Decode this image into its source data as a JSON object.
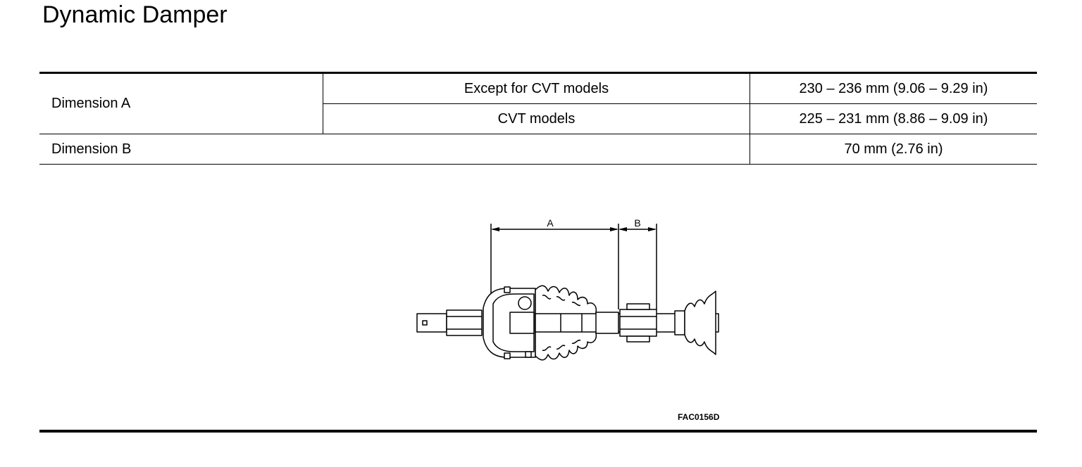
{
  "page_title": "Dynamic Damper",
  "spec_table": {
    "dimension_a": {
      "label": "Dimension A",
      "rows": [
        {
          "condition": "Except for CVT models",
          "value": "230 – 236 mm (9.06 – 9.29 in)"
        },
        {
          "condition": "CVT models",
          "value": "225 – 231 mm (8.86 – 9.09 in)"
        }
      ]
    },
    "dimension_b": {
      "label": "Dimension B",
      "value": "70 mm (2.76 in)"
    }
  },
  "figure": {
    "label_a": "A",
    "label_b": "B",
    "code": "FAC0156D"
  }
}
